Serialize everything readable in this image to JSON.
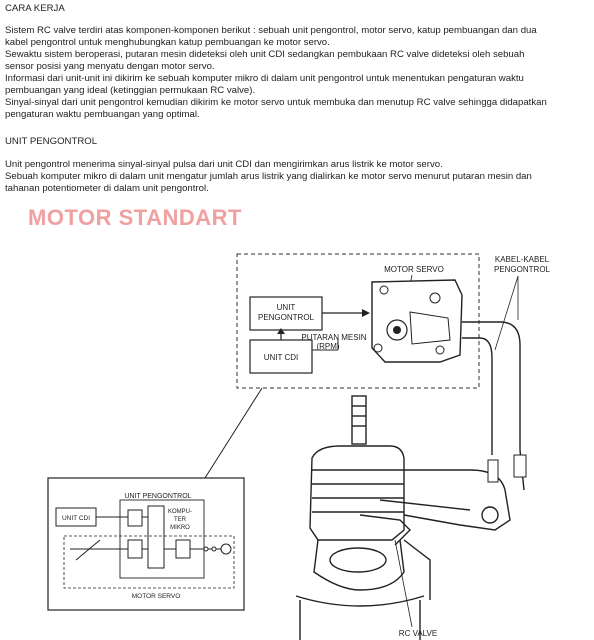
{
  "doc": {
    "heading1": "CARA KERJA",
    "para1": [
      "Sistem RC valve terdiri atas komponen-komponen berikut : sebuah unit pengontrol, motor servo, katup pembuangan dan dua",
      "kabel pengontrol untuk menghubungkan katup pembuangan ke motor servo.",
      "Sewaktu sistem beroperasi, putaran mesin dideteksi oleh unit CDI  sedangkan pembukaan RC valve dideteksi oleh sebuah",
      "sensor posisi yang menyatu dengan motor servo.",
      "Informasi dari unit-unit ini dikirim ke sebuah komputer mikro di dalam unit pengontrol untuk menentukan pengaturan waktu",
      "pembuangan yang ideal (ketinggian permukaan RC valve).",
      "Sinyal-sinyal dari unit pengontrol kemudian dikirim ke motor servo untuk membuka dan menutup RC valve sehingga didapatkan",
      "pengaturan waktu pembuangan yang optimal."
    ],
    "heading2": "UNIT PENGONTROL",
    "para2": [
      "Unit pengontrol menerima sinyal-sinyal pulsa dari unit CDI dan mengirimkan arus listrik ke motor servo.",
      "Sebuah komputer mikro di dalam unit mengatur jumlah arus listrik yang dialirkan ke motor servo menurut putaran mesin dan",
      "tahanan potentiometer di dalam unit pengontrol."
    ],
    "banner": "MOTOR STANDART"
  },
  "diagram": {
    "motor_servo": "MOTOR SERVO",
    "kabel_1": "KABEL-KABEL",
    "kabel_2": "PENGONTROL",
    "unit_pengontrol_1": "UNIT",
    "unit_pengontrol_2": "PENGONTROL",
    "putaran_1": "PUTARAN MESIN",
    "putaran_2": "(RPM)",
    "unit_cdi": "UNIT CDI",
    "inset_title": "UNIT PENGONTROL",
    "inset_cdi": "UNIT CDI",
    "inset_komp_1": "KOMPU-",
    "inset_komp_2": "TER",
    "inset_komp_3": "MIKRO",
    "inset_motor": "MOTOR SERVO",
    "rc_valve": "RC VALVE"
  }
}
